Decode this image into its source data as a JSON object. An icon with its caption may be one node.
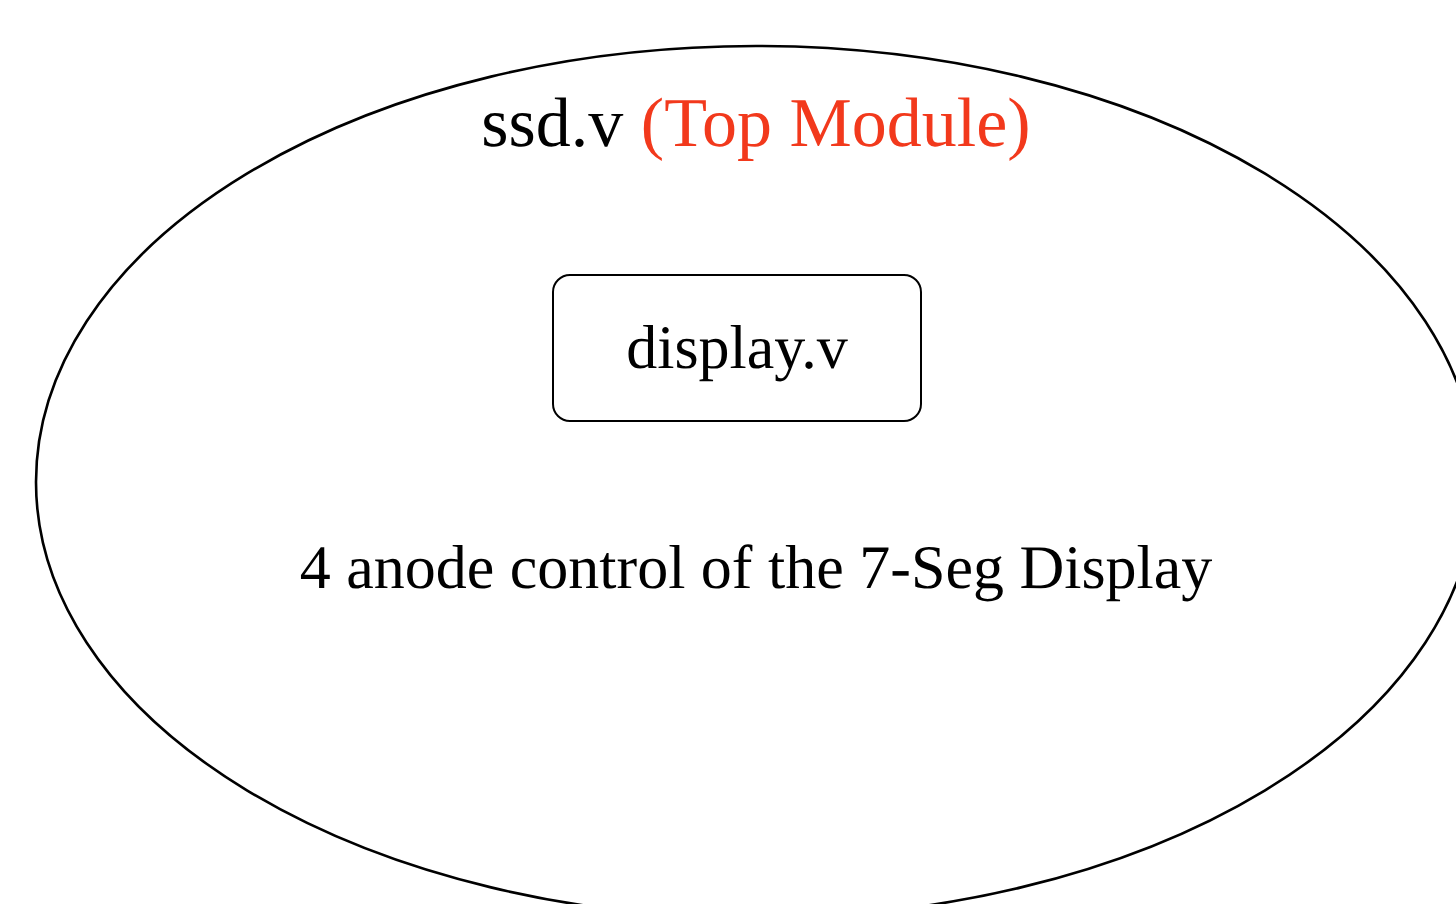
{
  "diagram": {
    "nodes": [
      {
        "text": [
          "ssd.v",
          "(Top Module)",
          "4 anode control of the 7-Seg Display"
        ]
      },
      {
        "text": [
          "display.v"
        ],
        "in": 0
      }
    ]
  }
}
